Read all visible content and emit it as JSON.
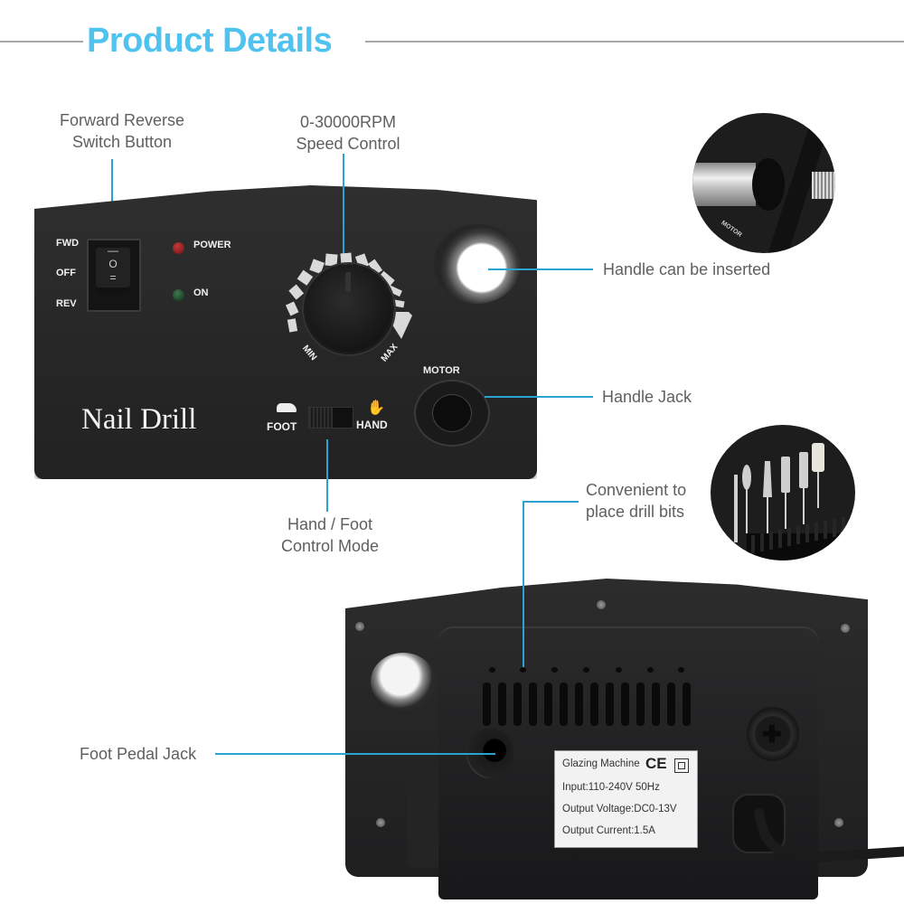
{
  "header": {
    "title": "Product Details",
    "title_color": "#4fc3f0",
    "rule_color": "#a8a8a8"
  },
  "callouts": {
    "forward_reverse": [
      "Forward Reverse",
      "Switch Button"
    ],
    "speed_control": [
      "0-30000RPM",
      "Speed Control"
    ],
    "handle_inserted": "Handle can be inserted",
    "handle_jack": "Handle Jack",
    "hand_foot": [
      "Hand / Foot",
      "Control Mode"
    ],
    "drill_bits": [
      "Convenient to",
      "place drill bits"
    ],
    "foot_pedal": "Foot Pedal Jack",
    "leader_color": "#2aa3d2"
  },
  "front_panel": {
    "switch_positions": [
      "FWD",
      "OFF",
      "REV"
    ],
    "rocker_symbols": [
      "—",
      "O",
      "="
    ],
    "power_label": "POWER",
    "on_label": "ON",
    "power_led_color": "#8b1a1a",
    "on_led_color": "#1f4a2c",
    "knob_min": "MIN",
    "knob_max": "MAX",
    "motor_label": "MOTOR",
    "brand": "Nail Drill",
    "foot_label": "FOOT",
    "hand_label": "HAND"
  },
  "detail_photos": {
    "top_motor_text": "MOTOR"
  },
  "back_panel": {
    "plate_title": "Glazing Machine",
    "ce_mark": "CE",
    "input": "Input:110-240V 50Hz",
    "output_voltage": "Output Voltage:DC0-13V",
    "output_current": "Output Current:1.5A"
  }
}
